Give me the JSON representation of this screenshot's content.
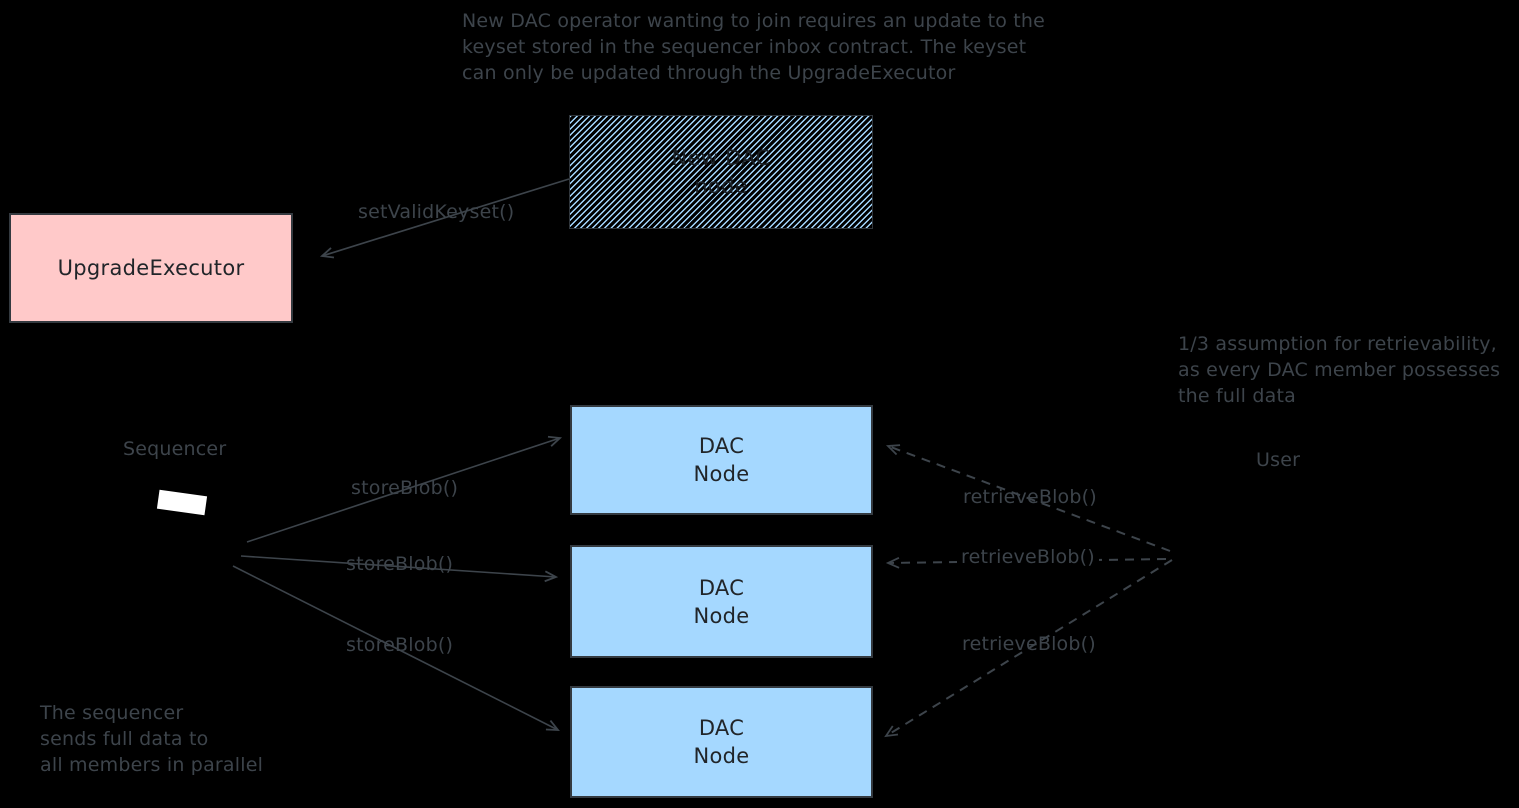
{
  "diagram": {
    "top_note_lines": [
      "New DAC operator wanting to join requires an update to the",
      "keyset stored in the sequencer inbox contract. The keyset",
      "can only be updated through the UpgradeExecutor"
    ],
    "new_dac_box": {
      "line1": "New DAC",
      "line2": "node"
    },
    "upgrade_executor_box": {
      "label": "UpgradeExecutor"
    },
    "set_valid_keyset_label": "setValidKeyset()",
    "sequencer_label": "Sequencer",
    "dac_nodes": [
      {
        "line1": "DAC",
        "line2": "Node"
      },
      {
        "line1": "DAC",
        "line2": "Node"
      },
      {
        "line1": "DAC",
        "line2": "Node"
      }
    ],
    "store_blob_labels": [
      "storeBlob()",
      "storeBlob()",
      "storeBlob()"
    ],
    "retrieve_blob_labels": [
      "retrieveBlob()",
      "retrieveBlob()",
      "retrieveBlob()"
    ],
    "assumption_note_lines": [
      "1/3 assumption for retrievability,",
      "as every DAC member possesses",
      "the full data"
    ],
    "user_label": "User",
    "sequencer_note_lines": [
      "The sequencer",
      "sends full data to",
      "all members in parallel"
    ]
  },
  "colors": {
    "background": "#000000",
    "stroke_gray": "#3d444b",
    "box_blue_fill": "#a5d8ff",
    "box_pink_fill": "#ffc9c9",
    "box_border": "#343a40",
    "box_text": "#212529",
    "sequencer_shape_fill": "#ffffff"
  }
}
